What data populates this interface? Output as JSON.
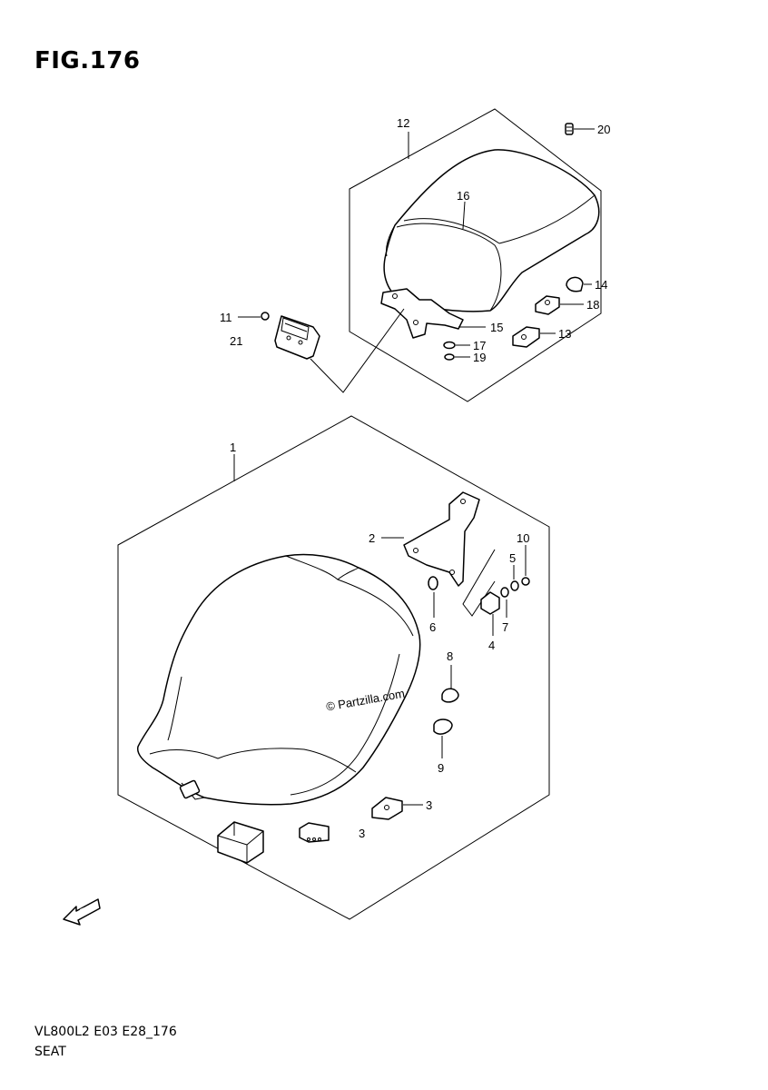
{
  "figure": {
    "title": "FIG.176",
    "code": "VL800L2 E03 E28_176",
    "name": "SEAT",
    "watermark": "© Partzilla.com",
    "fwd_label": "FWD"
  },
  "callouts": {
    "c1": "1",
    "c2": "2",
    "c3a": "3",
    "c3b": "3",
    "c4": "4",
    "c5": "5",
    "c6": "6",
    "c7": "7",
    "c8": "8",
    "c9": "9",
    "c10": "10",
    "c11": "11",
    "c12": "12",
    "c13": "13",
    "c14": "14",
    "c15": "15",
    "c16": "16",
    "c17": "17",
    "c18": "18",
    "c19": "19",
    "c20": "20",
    "c21": "21"
  }
}
